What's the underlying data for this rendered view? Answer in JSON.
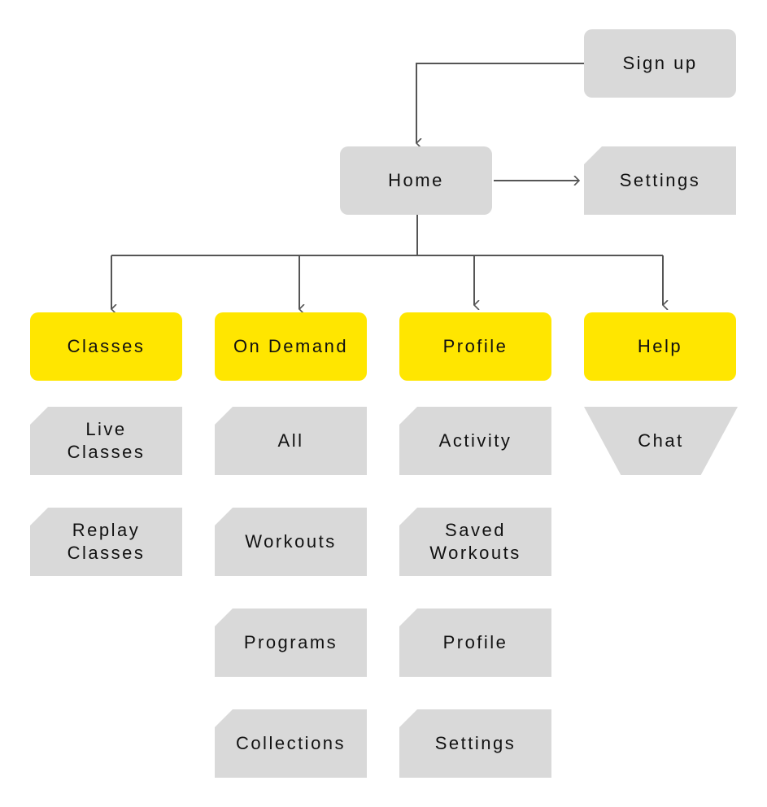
{
  "colors": {
    "primary_node": "#ffe600",
    "secondary_node": "#d9d9d9",
    "connector": "#555555"
  },
  "top": {
    "signup": "Sign up",
    "home": "Home",
    "settings": "Settings"
  },
  "categories": {
    "classes": "Classes",
    "on_demand": "On Demand",
    "profile": "Profile",
    "help": "Help"
  },
  "classes_items": [
    "Live\nClasses",
    "Replay\nClasses"
  ],
  "on_demand_items": [
    "All",
    "Workouts",
    "Programs",
    "Collections"
  ],
  "profile_items": [
    "Activity",
    "Saved\nWorkouts",
    "Profile",
    "Settings"
  ],
  "help_items": [
    "Chat"
  ]
}
